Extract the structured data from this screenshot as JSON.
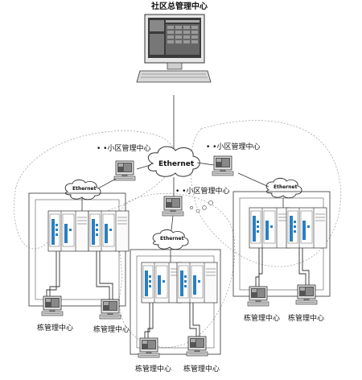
{
  "labels": {
    "top_center": "社区总管理中心",
    "ethernet_main": "Ethernet",
    "ethernet_left": "Ethernet",
    "ethernet_center": "Ethernet",
    "ethernet_right": "Ethernet",
    "xiaoqu_left": "小区管理中心",
    "xiaoqu_right": "小区管理中心",
    "xiaoqu_center": "小区管理中心",
    "dong_1": "栋管理中心",
    "dong_2": "栋管理中心",
    "dong_3": "栋管理中心",
    "dong_4": "栋管理中心",
    "dong_5": "栋管理中心",
    "dong_6": "栋管理中心"
  }
}
